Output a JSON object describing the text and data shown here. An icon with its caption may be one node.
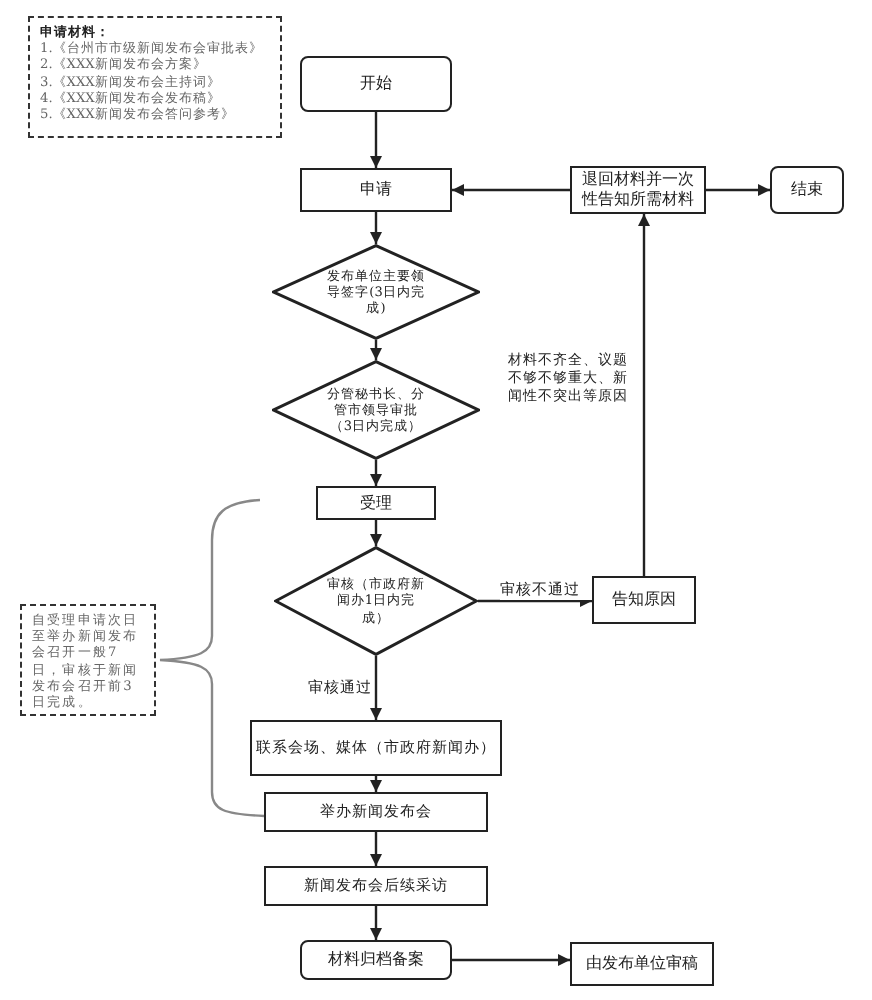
{
  "diagram": {
    "nodes": [
      {
        "text": [
          "申请材料：",
          "1.《台州市市级新闻发布会审批表》",
          "2.《XXX新闻发布会方案》",
          "3.《XXX新闻发布会主持词》",
          "4.《XXX新闻发布会发布稿》",
          "5.《XXX新闻发布会答问参考》"
        ]
      },
      {
        "text": [
          "开始"
        ]
      },
      {
        "text": [
          "申请"
        ]
      },
      {
        "text": [
          "发布单位主要领导签字(3日内完成)"
        ]
      },
      {
        "text": [
          "分管秘书长、分管市领导审批（3日内完成）"
        ]
      },
      {
        "text": [
          "受理"
        ]
      },
      {
        "text": [
          "审核（市政府新闻办1日内完成）"
        ]
      },
      {
        "text": [
          "告知原因"
        ]
      },
      {
        "text": [
          "退回材料并一次性告知所需材料"
        ]
      },
      {
        "text": [
          "结束"
        ]
      },
      {
        "text": [
          "联系会场、媒体（市政府新闻办）"
        ]
      },
      {
        "text": [
          "举办新闻发布会"
        ]
      },
      {
        "text": [
          "新闻发布会后续采访"
        ]
      },
      {
        "text": [
          "材料归档备案"
        ]
      },
      {
        "text": [
          "由发布单位审稿"
        ]
      },
      {
        "text": [
          "自受理申请次日至举办新闻发布会召开一般7日，审核于新闻发布会召开前3日完成。"
        ]
      }
    ],
    "edges": [
      {
        "from": 1,
        "to": 2,
        "arrow": "to"
      },
      {
        "from": 2,
        "to": 3,
        "arrow": "to"
      },
      {
        "from": 3,
        "to": 4,
        "arrow": "to"
      },
      {
        "from": 4,
        "to": 5,
        "arrow": "to"
      },
      {
        "from": 5,
        "to": 6,
        "arrow": "to"
      },
      {
        "from": 6,
        "to": 7,
        "arrow": "to",
        "label": "审核不通过"
      },
      {
        "from": 7,
        "to": 8,
        "arrow": "to",
        "label": "材料不齐全、议题不够不够重大、新闻性不突出等原因"
      },
      {
        "from": 8,
        "to": 2,
        "arrow": "to"
      },
      {
        "from": 8,
        "to": 9,
        "arrow": "to"
      },
      {
        "from": 6,
        "to": 10,
        "arrow": "to",
        "label": "审核通过"
      },
      {
        "from": 10,
        "to": 11,
        "arrow": "to"
      },
      {
        "from": 11,
        "to": 12,
        "arrow": "to"
      },
      {
        "from": 12,
        "to": 13,
        "arrow": "to"
      },
      {
        "from": 13,
        "to": 14,
        "arrow": "to"
      }
    ]
  }
}
